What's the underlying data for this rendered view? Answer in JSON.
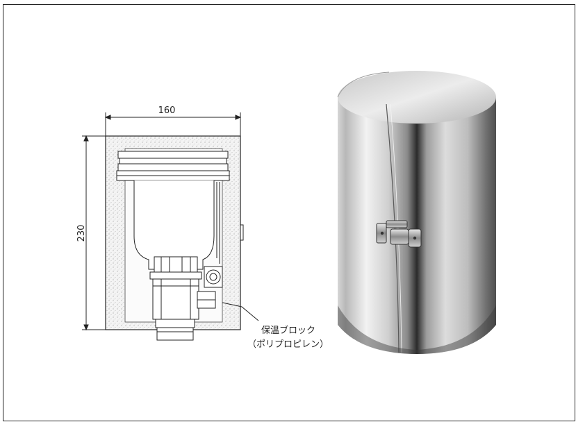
{
  "drawing": {
    "width_dimension": "160",
    "height_dimension": "230",
    "callout_line1": "保温ブロック",
    "callout_line2": "（ポリプロピレン）"
  },
  "colors": {
    "line": "#222222",
    "insulation_fill": "#f3f3f3",
    "steel_light": "#e6e6e6",
    "steel_dark": "#2a2a2a"
  }
}
